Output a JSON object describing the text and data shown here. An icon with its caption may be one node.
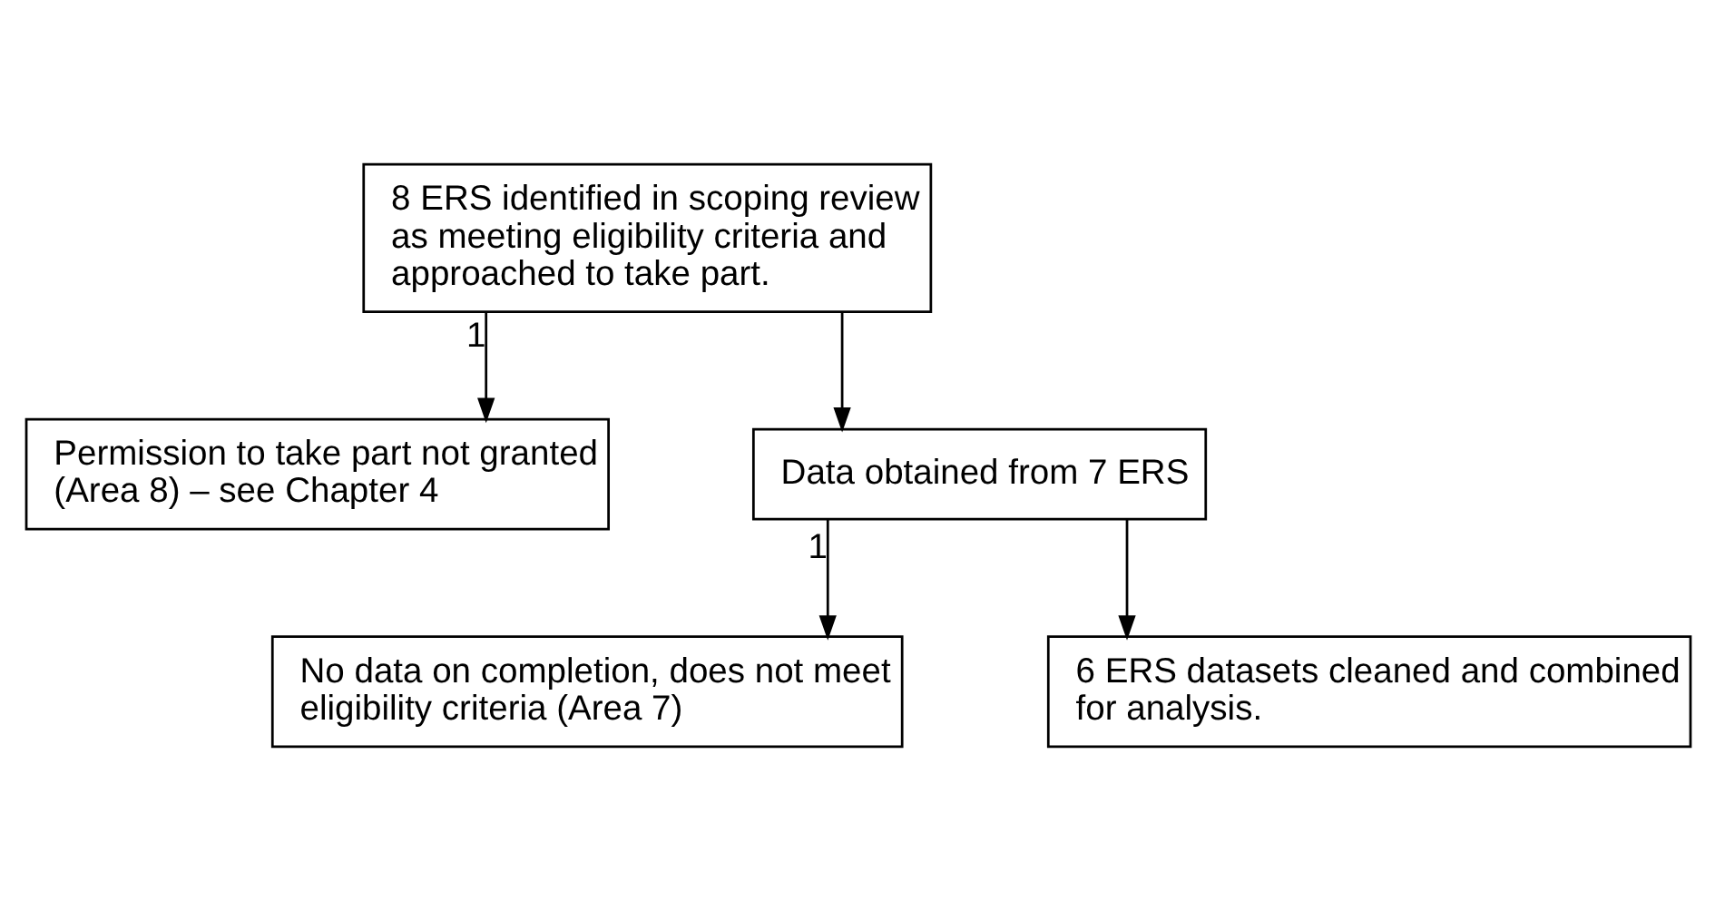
{
  "diagram": {
    "nodes": [
      {
        "text": [
          "8 ERS identified in scoping review as meeting eligibility criteria and approached to take part."
        ]
      },
      {
        "text": [
          "Permission to take part not granted (Area 8) – see Chapter 4"
        ]
      },
      {
        "text": [
          "Data obtained from 7 ERS"
        ]
      },
      {
        "text": [
          "No data on completion, does not meet eligibility criteria (Area 7)"
        ]
      },
      {
        "text": [
          "6 ERS datasets cleaned and combined for analysis."
        ]
      }
    ],
    "edges": [
      {
        "from": 0,
        "to": 1,
        "arrow": "to",
        "label": "1"
      },
      {
        "from": 0,
        "to": 2,
        "arrow": "to"
      },
      {
        "from": 2,
        "to": 3,
        "arrow": "to",
        "label": "1"
      },
      {
        "from": 2,
        "to": 4,
        "arrow": "to"
      }
    ]
  }
}
